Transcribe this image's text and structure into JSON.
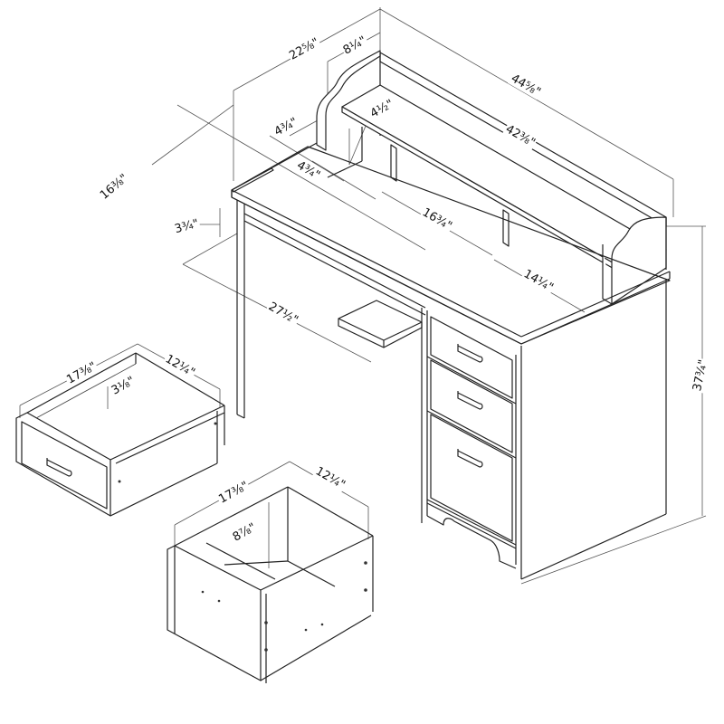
{
  "diagram": {
    "type": "isometric dimensioned line drawing",
    "subject": "writing desk with hutch and two removed drawers",
    "units": "inches",
    "dimensions": {
      "overall_depth": "22⅝\"",
      "hutch_depth": "8¼\"",
      "overall_width": "44⅝\"",
      "hutch_inner_width": "42⅜\"",
      "hutch_cubby_height": "4½\"",
      "hutch_cubby_depth_a": "4¾\"",
      "hutch_cubby_depth_b": "4¾\"",
      "desk_depth": "16⅜\"",
      "keyboard_clearance": "3¾\"",
      "hutch_center_opening": "16¾\"",
      "hutch_right_opening": "14¼\"",
      "knee_space_width": "27½\"",
      "overall_height": "37¾\"",
      "small_drawer_depth": "17⅜\"",
      "small_drawer_width": "12¼\"",
      "small_drawer_height": "3⅛\"",
      "file_drawer_depth": "17⅜\"",
      "file_drawer_width": "12¼\"",
      "file_drawer_height": "8⅞\""
    },
    "components": [
      "desk",
      "hutch",
      "drawer-pedestal",
      "small-drawer",
      "file-drawer",
      "keyboard-shelf"
    ]
  }
}
